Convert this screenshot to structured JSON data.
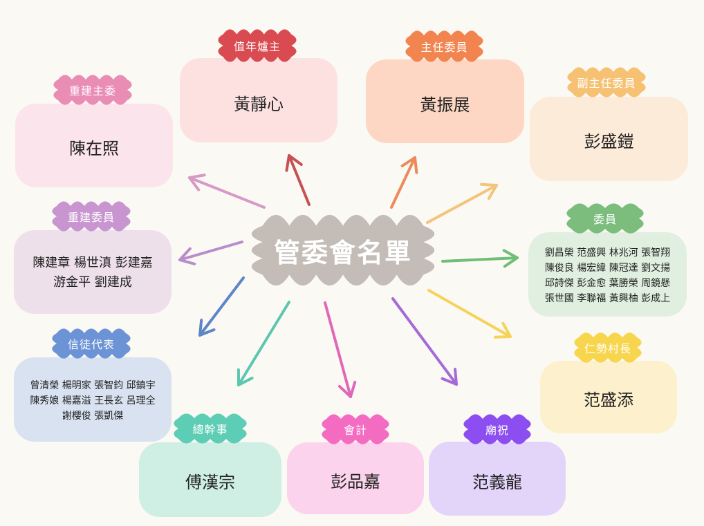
{
  "title": "管委會名單",
  "colors": {
    "center_cloud": "#c4bcb6",
    "background": "#fbf9f3"
  },
  "roles": [
    {
      "id": "zhinian",
      "label": "值年爐主",
      "names": [
        "黃靜心"
      ],
      "tag": "#d94b50",
      "card": "#fde1e1",
      "arrow": "#c65155"
    },
    {
      "id": "zhuren",
      "label": "主任委員",
      "names": [
        "黃振展"
      ],
      "tag": "#f2854f",
      "card": "#fdd7c4",
      "arrow": "#ec8a5a"
    },
    {
      "id": "fuzhuren",
      "label": "副主任委員",
      "names": [
        "彭盛鎧"
      ],
      "tag": "#f6c173",
      "card": "#fdebd9",
      "arrow": "#f3c47d"
    },
    {
      "id": "chongjianzhu",
      "label": "重建主委",
      "names": [
        "陳在照"
      ],
      "tag": "#e98db5",
      "card": "#fbe4ec",
      "arrow": "#d79ac6"
    },
    {
      "id": "chongjianwei",
      "label": "重建委員",
      "names": [
        "陳建章 楊世滇 彭建嘉",
        "游金平 劉建成"
      ],
      "tag": "#c895d0",
      "card": "#eee0ea",
      "arrow": "#b98dcb"
    },
    {
      "id": "weiyuan",
      "label": "委員",
      "names": [
        "劉昌榮 范盛興 林兆河 張智翔",
        "陳俊良 楊宏緯 陳冠達 劉文揚",
        "邱詩傑 彭金愈 葉勝榮 周鏡懸",
        "張世國 李聯福 黃興柚 彭成上"
      ],
      "tag": "#7cbd7e",
      "card": "#e0efdf",
      "arrow": "#6fbd76"
    },
    {
      "id": "xintu",
      "label": "信徒代表",
      "names": [
        "曾清榮 楊明家 張智鈞 邱鎮宇",
        "陳秀娘 楊嘉溢 王長玄 呂理全",
        "謝櫻俊 張凱傑"
      ],
      "tag": "#6b93d6",
      "card": "#d9e2f0",
      "arrow": "#5d86c9"
    },
    {
      "id": "renshi",
      "label": "仁勢村長",
      "names": [
        "范盛添"
      ],
      "tag": "#f7d64d",
      "card": "#fdf0cc",
      "arrow": "#f5d35a"
    },
    {
      "id": "zongganshi",
      "label": "總幹事",
      "names": [
        "傅漢宗"
      ],
      "tag": "#5ecdb6",
      "card": "#cfeee4",
      "arrow": "#5cc7b0"
    },
    {
      "id": "kuaiji",
      "label": "會計",
      "names": [
        "彭品嘉"
      ],
      "tag": "#f46cc2",
      "card": "#fcd3ec",
      "arrow": "#e068b8"
    },
    {
      "id": "miaozhu",
      "label": "廟祝",
      "names": [
        "范義龍"
      ],
      "tag": "#8c4ef0",
      "card": "#e3d4fa",
      "arrow": "#a46ad8"
    }
  ]
}
